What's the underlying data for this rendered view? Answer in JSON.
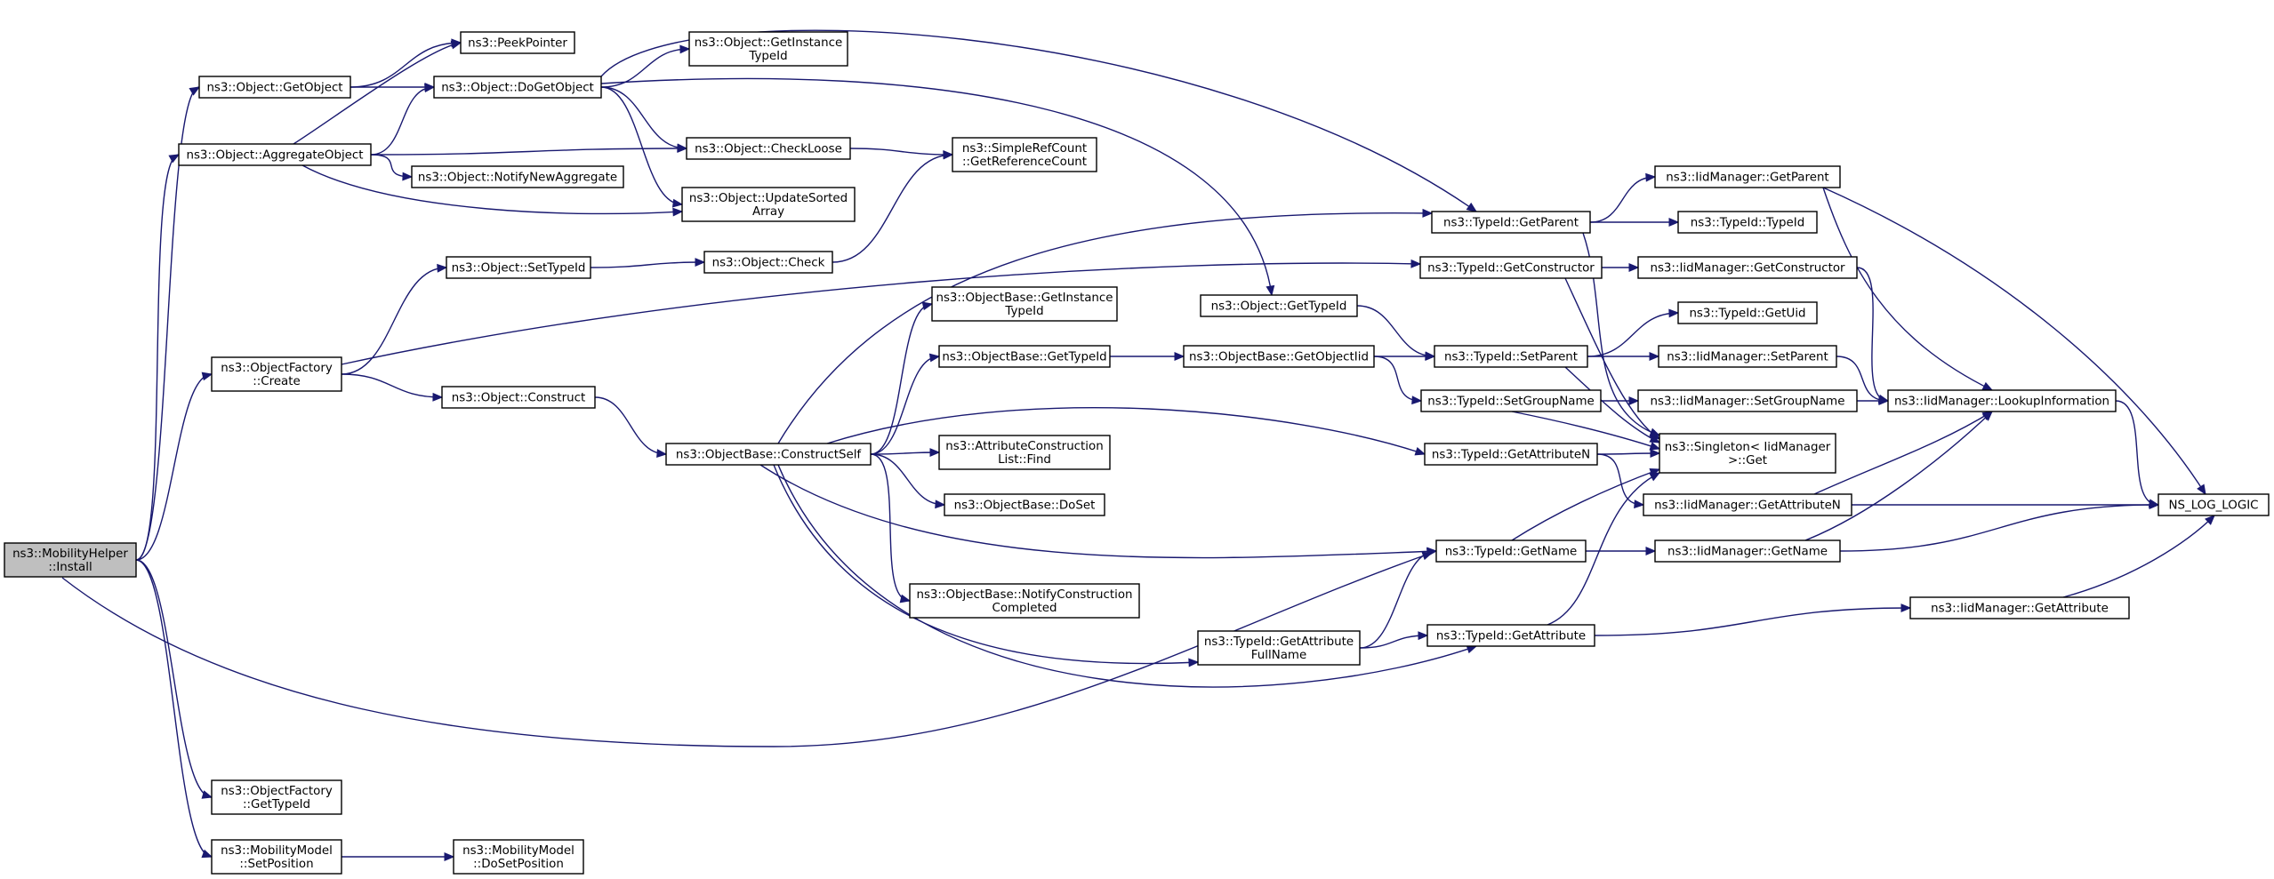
{
  "graph": {
    "title": "",
    "root_node_id": "MobilityHelper_Install",
    "colors": {
      "edge": "#191970",
      "node_border": "#000000",
      "node_fill": "#ffffff",
      "root_fill": "#bfbfbf"
    },
    "nodes": [
      {
        "id": "MobilityHelper_Install",
        "lines": [
          "ns3::MobilityHelper",
          "::Install"
        ]
      },
      {
        "id": "Object_GetObject",
        "lines": [
          "ns3::Object::GetObject"
        ]
      },
      {
        "id": "Object_AggregateObject",
        "lines": [
          "ns3::Object::AggregateObject"
        ]
      },
      {
        "id": "ObjectFactory_Create",
        "lines": [
          "ns3::ObjectFactory",
          "::Create"
        ]
      },
      {
        "id": "ObjectFactory_GetTypeId",
        "lines": [
          "ns3::ObjectFactory",
          "::GetTypeId"
        ]
      },
      {
        "id": "MobilityModel_SetPosition",
        "lines": [
          "ns3::MobilityModel",
          "::SetPosition"
        ]
      },
      {
        "id": "PeekPointer",
        "lines": [
          "ns3::PeekPointer"
        ]
      },
      {
        "id": "Object_DoGetObject",
        "lines": [
          "ns3::Object::DoGetObject"
        ]
      },
      {
        "id": "Object_NotifyNewAggregate",
        "lines": [
          "ns3::Object::NotifyNewAggregate"
        ]
      },
      {
        "id": "Object_SetTypeId",
        "lines": [
          "ns3::Object::SetTypeId"
        ]
      },
      {
        "id": "Object_Construct",
        "lines": [
          "ns3::Object::Construct"
        ]
      },
      {
        "id": "MobilityModel_DoSetPosition",
        "lines": [
          "ns3::MobilityModel",
          "::DoSetPosition"
        ]
      },
      {
        "id": "Object_GetInstanceTypeId",
        "lines": [
          "ns3::Object::GetInstance",
          "TypeId"
        ]
      },
      {
        "id": "Object_CheckLoose",
        "lines": [
          "ns3::Object::CheckLoose"
        ]
      },
      {
        "id": "Object_UpdateSortedArray",
        "lines": [
          "ns3::Object::UpdateSorted",
          "Array"
        ]
      },
      {
        "id": "Object_Check",
        "lines": [
          "ns3::Object::Check"
        ]
      },
      {
        "id": "ObjectBase_ConstructSelf",
        "lines": [
          "ns3::ObjectBase::ConstructSelf"
        ]
      },
      {
        "id": "SimpleRefCount_GetReferenceCount",
        "lines": [
          "ns3::SimpleRefCount",
          "::GetReferenceCount"
        ]
      },
      {
        "id": "ObjectBase_GetInstanceTypeId",
        "lines": [
          "ns3::ObjectBase::GetInstance",
          "TypeId"
        ]
      },
      {
        "id": "ObjectBase_GetTypeId",
        "lines": [
          "ns3::ObjectBase::GetTypeId"
        ]
      },
      {
        "id": "AttributeConstructionList_Find",
        "lines": [
          "ns3::AttributeConstruction",
          "List::Find"
        ]
      },
      {
        "id": "ObjectBase_DoSet",
        "lines": [
          "ns3::ObjectBase::DoSet"
        ]
      },
      {
        "id": "ObjectBase_NotifyConstructionCompleted",
        "lines": [
          "ns3::ObjectBase::NotifyConstruction",
          "Completed"
        ]
      },
      {
        "id": "Object_GetTypeId",
        "lines": [
          "ns3::Object::GetTypeId"
        ]
      },
      {
        "id": "ObjectBase_GetObjectIid",
        "lines": [
          "ns3::ObjectBase::GetObjectIid"
        ]
      },
      {
        "id": "TypeId_GetAttributeFullName",
        "lines": [
          "ns3::TypeId::GetAttribute",
          "FullName"
        ]
      },
      {
        "id": "TypeId_GetParent",
        "lines": [
          "ns3::TypeId::GetParent"
        ]
      },
      {
        "id": "TypeId_GetConstructor",
        "lines": [
          "ns3::TypeId::GetConstructor"
        ]
      },
      {
        "id": "TypeId_SetParent",
        "lines": [
          "ns3::TypeId::SetParent"
        ]
      },
      {
        "id": "TypeId_SetGroupName",
        "lines": [
          "ns3::TypeId::SetGroupName"
        ]
      },
      {
        "id": "TypeId_GetAttributeN",
        "lines": [
          "ns3::TypeId::GetAttributeN"
        ]
      },
      {
        "id": "TypeId_GetName",
        "lines": [
          "ns3::TypeId::GetName"
        ]
      },
      {
        "id": "TypeId_GetAttribute",
        "lines": [
          "ns3::TypeId::GetAttribute"
        ]
      },
      {
        "id": "IidManager_GetParent",
        "lines": [
          "ns3::IidManager::GetParent"
        ]
      },
      {
        "id": "TypeId_TypeId",
        "lines": [
          "ns3::TypeId::TypeId"
        ]
      },
      {
        "id": "IidManager_GetConstructor",
        "lines": [
          "ns3::IidManager::GetConstructor"
        ]
      },
      {
        "id": "TypeId_GetUid",
        "lines": [
          "ns3::TypeId::GetUid"
        ]
      },
      {
        "id": "IidManager_SetParent",
        "lines": [
          "ns3::IidManager::SetParent"
        ]
      },
      {
        "id": "IidManager_SetGroupName",
        "lines": [
          "ns3::IidManager::SetGroupName"
        ]
      },
      {
        "id": "Singleton_Get",
        "lines": [
          "ns3::Singleton< IidManager",
          " >::Get"
        ]
      },
      {
        "id": "IidManager_GetAttributeN",
        "lines": [
          "ns3::IidManager::GetAttributeN"
        ]
      },
      {
        "id": "IidManager_GetName",
        "lines": [
          "ns3::IidManager::GetName"
        ]
      },
      {
        "id": "IidManager_GetAttribute",
        "lines": [
          "ns3::IidManager::GetAttribute"
        ]
      },
      {
        "id": "IidManager_LookupInformation",
        "lines": [
          "ns3::IidManager::LookupInformation"
        ]
      },
      {
        "id": "NS_LOG_LOGIC",
        "lines": [
          "NS_LOG_LOGIC"
        ]
      }
    ],
    "edges": [
      [
        "MobilityHelper_Install",
        "Object_GetObject"
      ],
      [
        "MobilityHelper_Install",
        "Object_AggregateObject"
      ],
      [
        "MobilityHelper_Install",
        "ObjectFactory_Create"
      ],
      [
        "MobilityHelper_Install",
        "ObjectFactory_GetTypeId"
      ],
      [
        "MobilityHelper_Install",
        "MobilityModel_SetPosition"
      ],
      [
        "MobilityHelper_Install",
        "TypeId_GetName"
      ],
      [
        "Object_GetObject",
        "PeekPointer"
      ],
      [
        "Object_GetObject",
        "Object_DoGetObject"
      ],
      [
        "Object_AggregateObject",
        "PeekPointer"
      ],
      [
        "Object_AggregateObject",
        "Object_DoGetObject"
      ],
      [
        "Object_AggregateObject",
        "Object_NotifyNewAggregate"
      ],
      [
        "Object_AggregateObject",
        "Object_CheckLoose"
      ],
      [
        "Object_AggregateObject",
        "Object_UpdateSortedArray"
      ],
      [
        "Object_DoGetObject",
        "Object_GetInstanceTypeId"
      ],
      [
        "Object_DoGetObject",
        "Object_CheckLoose"
      ],
      [
        "Object_DoGetObject",
        "Object_UpdateSortedArray"
      ],
      [
        "Object_DoGetObject",
        "TypeId_GetParent"
      ],
      [
        "Object_DoGetObject",
        "Object_GetTypeId"
      ],
      [
        "Object_CheckLoose",
        "SimpleRefCount_GetReferenceCount"
      ],
      [
        "Object_Check",
        "SimpleRefCount_GetReferenceCount"
      ],
      [
        "ObjectFactory_Create",
        "Object_SetTypeId"
      ],
      [
        "ObjectFactory_Create",
        "Object_Construct"
      ],
      [
        "ObjectFactory_Create",
        "TypeId_GetConstructor"
      ],
      [
        "Object_SetTypeId",
        "Object_Check"
      ],
      [
        "Object_Construct",
        "ObjectBase_ConstructSelf"
      ],
      [
        "MobilityModel_SetPosition",
        "MobilityModel_DoSetPosition"
      ],
      [
        "ObjectBase_ConstructSelf",
        "ObjectBase_GetInstanceTypeId"
      ],
      [
        "ObjectBase_ConstructSelf",
        "ObjectBase_GetTypeId"
      ],
      [
        "ObjectBase_ConstructSelf",
        "AttributeConstructionList_Find"
      ],
      [
        "ObjectBase_ConstructSelf",
        "ObjectBase_DoSet"
      ],
      [
        "ObjectBase_ConstructSelf",
        "ObjectBase_NotifyConstructionCompleted"
      ],
      [
        "ObjectBase_ConstructSelf",
        "TypeId_GetAttributeFullName"
      ],
      [
        "ObjectBase_ConstructSelf",
        "TypeId_GetParent"
      ],
      [
        "ObjectBase_ConstructSelf",
        "TypeId_GetAttributeN"
      ],
      [
        "ObjectBase_ConstructSelf",
        "TypeId_GetName"
      ],
      [
        "ObjectBase_ConstructSelf",
        "TypeId_GetAttribute"
      ],
      [
        "ObjectBase_GetTypeId",
        "ObjectBase_GetObjectIid"
      ],
      [
        "ObjectBase_GetObjectIid",
        "TypeId_SetParent"
      ],
      [
        "ObjectBase_GetObjectIid",
        "TypeId_SetGroupName"
      ],
      [
        "Object_GetTypeId",
        "TypeId_SetParent"
      ],
      [
        "TypeId_GetAttributeFullName",
        "TypeId_GetName"
      ],
      [
        "TypeId_GetAttributeFullName",
        "TypeId_GetAttribute"
      ],
      [
        "TypeId_GetParent",
        "IidManager_GetParent"
      ],
      [
        "TypeId_GetParent",
        "TypeId_TypeId"
      ],
      [
        "TypeId_GetParent",
        "Singleton_Get"
      ],
      [
        "TypeId_GetConstructor",
        "IidManager_GetConstructor"
      ],
      [
        "TypeId_GetConstructor",
        "Singleton_Get"
      ],
      [
        "TypeId_SetParent",
        "TypeId_GetUid"
      ],
      [
        "TypeId_SetParent",
        "IidManager_SetParent"
      ],
      [
        "TypeId_SetParent",
        "Singleton_Get"
      ],
      [
        "TypeId_SetGroupName",
        "IidManager_SetGroupName"
      ],
      [
        "TypeId_SetGroupName",
        "Singleton_Get"
      ],
      [
        "TypeId_GetAttributeN",
        "Singleton_Get"
      ],
      [
        "TypeId_GetAttributeN",
        "IidManager_GetAttributeN"
      ],
      [
        "TypeId_GetName",
        "Singleton_Get"
      ],
      [
        "TypeId_GetName",
        "IidManager_GetName"
      ],
      [
        "TypeId_GetAttribute",
        "Singleton_Get"
      ],
      [
        "TypeId_GetAttribute",
        "IidManager_GetAttribute"
      ],
      [
        "IidManager_GetParent",
        "IidManager_LookupInformation"
      ],
      [
        "IidManager_GetParent",
        "NS_LOG_LOGIC"
      ],
      [
        "IidManager_GetConstructor",
        "IidManager_LookupInformation"
      ],
      [
        "IidManager_SetParent",
        "IidManager_LookupInformation"
      ],
      [
        "IidManager_SetGroupName",
        "IidManager_LookupInformation"
      ],
      [
        "IidManager_GetAttributeN",
        "IidManager_LookupInformation"
      ],
      [
        "IidManager_GetAttributeN",
        "NS_LOG_LOGIC"
      ],
      [
        "IidManager_GetName",
        "IidManager_LookupInformation"
      ],
      [
        "IidManager_GetName",
        "NS_LOG_LOGIC"
      ],
      [
        "IidManager_GetAttribute",
        "NS_LOG_LOGIC"
      ],
      [
        "IidManager_LookupInformation",
        "NS_LOG_LOGIC"
      ]
    ]
  }
}
